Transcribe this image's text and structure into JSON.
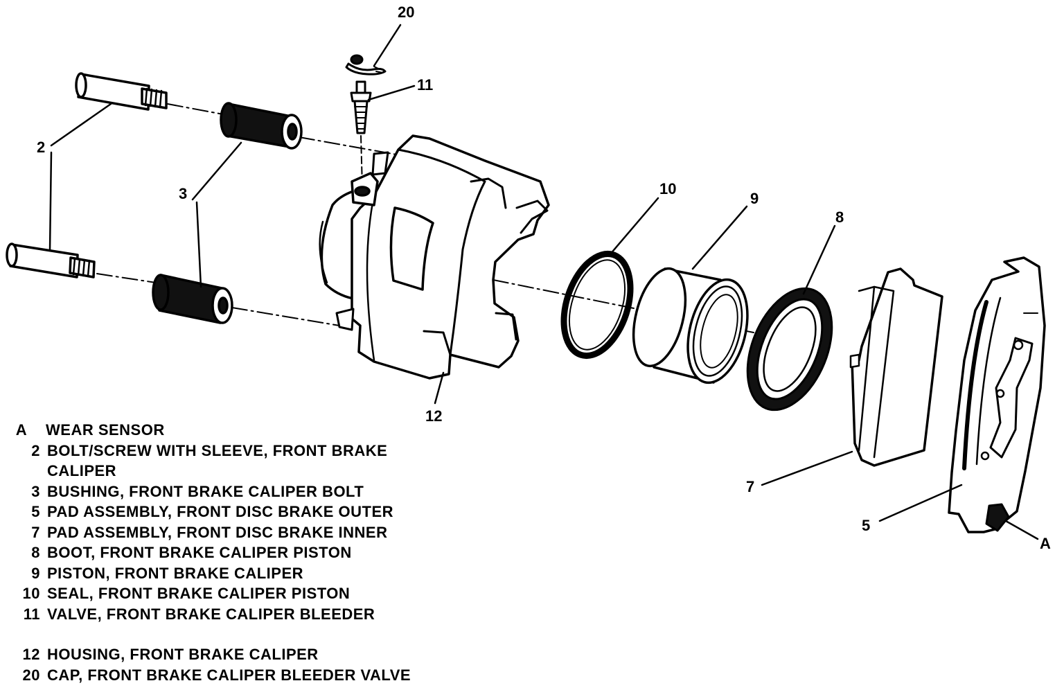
{
  "callouts": {
    "c20": "20",
    "c11": "11",
    "c2": "2",
    "c3": "3",
    "c10": "10",
    "c9": "9",
    "c8": "8",
    "c12": "12",
    "c7": "7",
    "c5": "5",
    "cA": "A"
  },
  "legend": {
    "A": {
      "key": "A",
      "text": "WEAR SENSOR"
    },
    "i2": {
      "key": "2",
      "text": "BOLT/SCREW WITH SLEEVE, FRONT BRAKE",
      "cont": "CALIPER"
    },
    "i3": {
      "key": "3",
      "text": "BUSHING, FRONT BRAKE CALIPER BOLT"
    },
    "i5": {
      "key": "5",
      "text": "PAD ASSEMBLY, FRONT DISC BRAKE OUTER"
    },
    "i7": {
      "key": "7",
      "text": "PAD ASSEMBLY, FRONT DISC BRAKE INNER"
    },
    "i8": {
      "key": "8",
      "text": "BOOT, FRONT BRAKE CALIPER PISTON"
    },
    "i9": {
      "key": "9",
      "text": "PISTON, FRONT BRAKE CALIPER"
    },
    "i10": {
      "key": "10",
      "text": "SEAL, FRONT BRAKE CALIPER PISTON"
    },
    "i11": {
      "key": "11",
      "text": "VALVE, FRONT BRAKE CALIPER BLEEDER"
    },
    "i12": {
      "key": "12",
      "text": "HOUSING, FRONT BRAKE CALIPER"
    },
    "i20": {
      "key": "20",
      "text": "CAP, FRONT BRAKE CALIPER BLEEDER VALVE"
    }
  },
  "colors": {
    "ink": "#000000",
    "paper": "#ffffff"
  }
}
